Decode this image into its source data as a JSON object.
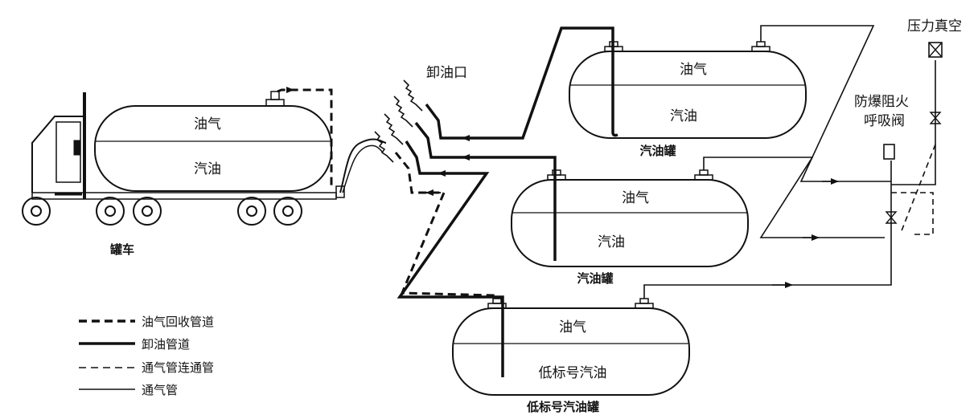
{
  "truck": {
    "label": "罐车",
    "vapor": "油气",
    "gasoline": "汽油"
  },
  "unload_port": {
    "label": "卸油口"
  },
  "tank_top": {
    "vapor": "油气",
    "gasoline": "汽油",
    "name": "汽油罐"
  },
  "tank_mid": {
    "vapor": "油气",
    "gasoline": "汽油",
    "name": "汽油罐"
  },
  "tank_low": {
    "vapor": "油气",
    "gasoline": "低标号汽油",
    "name": "低标号汽油罐"
  },
  "pv_valve": {
    "label": "压力真空"
  },
  "flame_arrester": {
    "line1": "防爆阻火",
    "line2": "呼吸阀"
  },
  "legend": {
    "items": [
      {
        "label": "油气回收管道",
        "style": "dashed-thick"
      },
      {
        "label": "卸油管道",
        "style": "solid-thick"
      },
      {
        "label": "通气管连通管",
        "style": "dashed-thin"
      },
      {
        "label": "通气管",
        "style": "solid-thin"
      }
    ]
  },
  "colors": {
    "line": "#111111",
    "background": "#ffffff"
  }
}
